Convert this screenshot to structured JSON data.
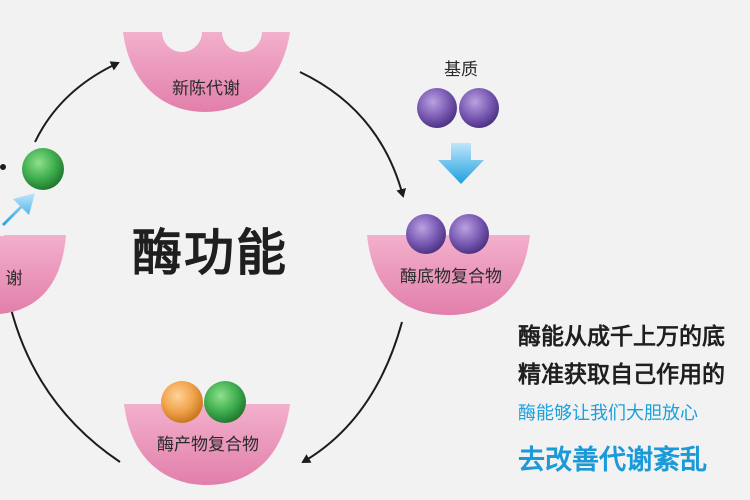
{
  "diagram": {
    "center_title": "酶功能",
    "nodes": {
      "top": "新陈代谢",
      "right": "酶底物复合物",
      "bottom": "酶产物复合物",
      "left_partial": "谢"
    },
    "substrate_label": "基质",
    "colors": {
      "enzyme": "#e990b6",
      "substrate": "#7a5ab2",
      "product_orange": "#f0a24a",
      "product_green": "#3eae4e",
      "arrow_blue": "#2aa5e0"
    }
  },
  "side_text": {
    "line1": "酶能从成千上万的底",
    "line2": "精准获取自己作用的",
    "line3": "酶能够让我们大胆放心",
    "line4": "去改善代谢紊乱"
  }
}
